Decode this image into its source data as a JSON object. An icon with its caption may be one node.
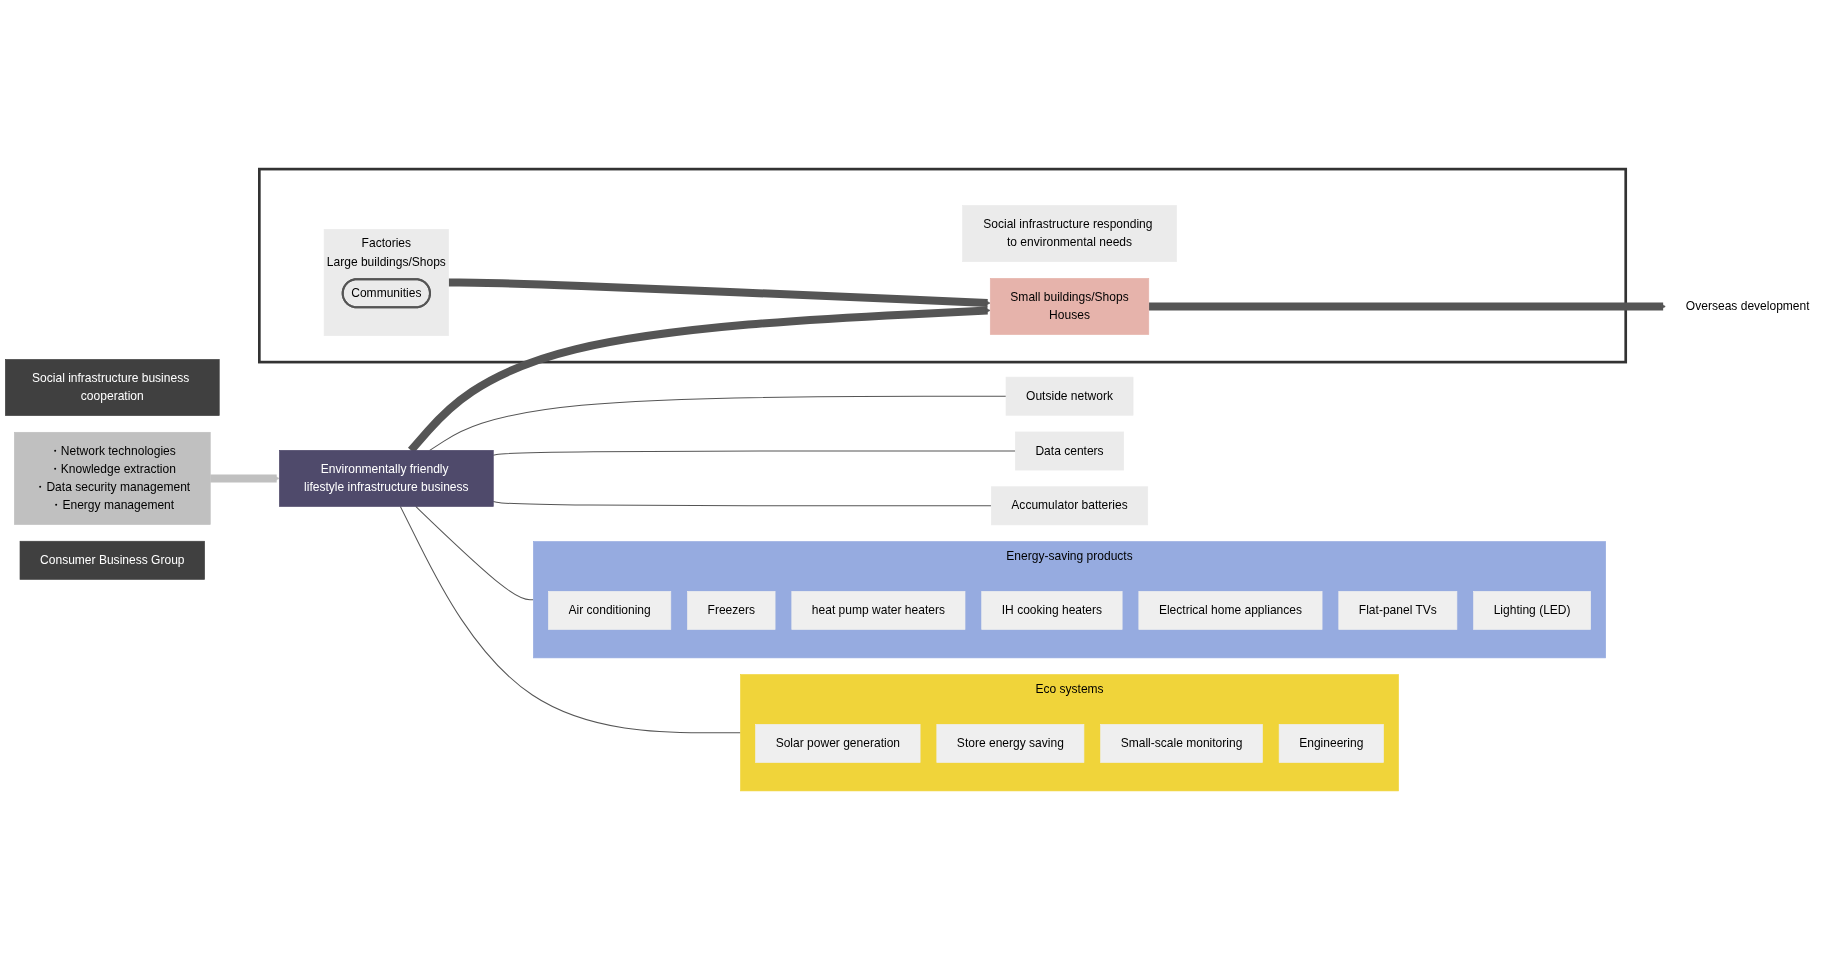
{
  "diagram": {
    "nodes": [
      {
        "text": [],
        "shape": "box"
      },
      {
        "text": [
          "Social infrastructure responding to environmental needs"
        ],
        "in": 0
      },
      {
        "text": [
          "Factories",
          "Large buildings/Shops"
        ],
        "in": 0
      },
      {
        "text": [
          "Communities"
        ],
        "in": 2
      },
      {
        "text": [
          "Small buildings/Shops",
          "Houses"
        ],
        "in": 0
      },
      {
        "text": [
          "Overseas development"
        ]
      },
      {
        "text": [
          "Social infrastructure business cooperation"
        ]
      },
      {
        "text": [
          "Outside network"
        ]
      },
      {
        "text": [
          "Data centers"
        ]
      },
      {
        "text": [
          "Accumulator batteries"
        ]
      },
      {
        "text": [
          "Environmentally friendly lifestyle infrastructure business"
        ]
      },
      {
        "text": [
          "・Network technologies",
          "・Knowledge extraction",
          "・Data security management",
          "・Energy management"
        ]
      },
      {
        "text": [
          "Consumer Business Group"
        ]
      },
      {
        "text": [
          "Energy-saving products"
        ]
      },
      {
        "text": [
          "Air conditioning"
        ],
        "in": 13
      },
      {
        "text": [
          "Freezers"
        ],
        "in": 13
      },
      {
        "text": [
          "heat pump water heaters"
        ],
        "in": 13
      },
      {
        "text": [
          "IH cooking heaters"
        ],
        "in": 13
      },
      {
        "text": [
          "Electrical home appliances"
        ],
        "in": 13
      },
      {
        "text": [
          "Flat-panel TVs"
        ],
        "in": 13
      },
      {
        "text": [
          "Lighting (LED)"
        ],
        "in": 13
      },
      {
        "text": [
          "Eco systems"
        ]
      },
      {
        "text": [
          "Solar power generation"
        ],
        "in": 21
      },
      {
        "text": [
          "Store energy saving"
        ],
        "in": 21
      },
      {
        "text": [
          "Small-scale monitoring"
        ],
        "in": 21
      },
      {
        "text": [
          "Engineering"
        ],
        "in": 21
      }
    ],
    "edges": [
      {
        "from": 2,
        "to": 4,
        "arrow": "to",
        "style": "thick"
      },
      {
        "from": 4,
        "to": 5,
        "arrow": "to",
        "style": "thick"
      },
      {
        "from": 10,
        "to": 4,
        "arrow": "to",
        "style": "thick"
      },
      {
        "from": 11,
        "to": 10,
        "arrow": "to",
        "style": "thick",
        "color": "#c0c0c0"
      },
      {
        "from": 10,
        "to": 7,
        "arrow": "none"
      },
      {
        "from": 10,
        "to": 8,
        "arrow": "none"
      },
      {
        "from": 10,
        "to": 9,
        "arrow": "none"
      },
      {
        "from": 10,
        "to": 13,
        "arrow": "none"
      },
      {
        "from": 10,
        "to": 21,
        "arrow": "none"
      }
    ]
  }
}
